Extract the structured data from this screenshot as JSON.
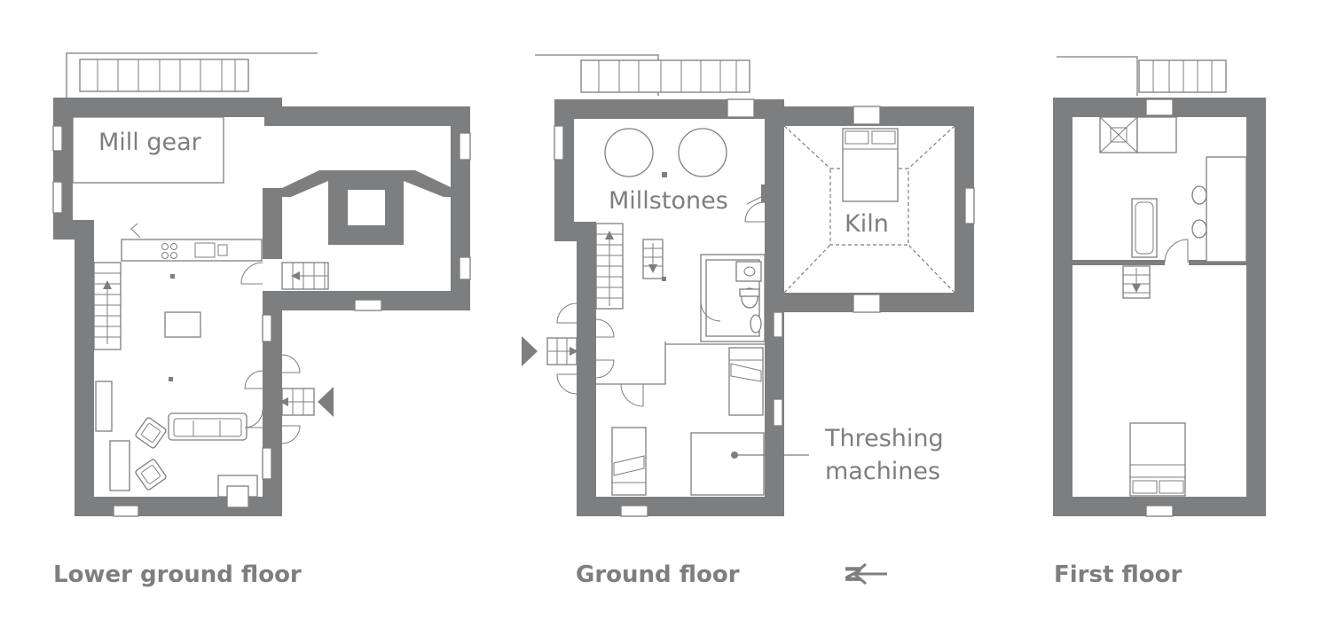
{
  "colors": {
    "wall": "#7d7e80",
    "background": "#ffffff"
  },
  "rooms": {
    "mill_gear": "Mill gear",
    "millstones": "Millstones",
    "kiln": "Kiln",
    "threshing_line1": "Threshing",
    "threshing_line2": "machines"
  },
  "floors": {
    "lower": "Lower ground floor",
    "ground": "Ground floor",
    "first": "First floor"
  },
  "compass": {
    "letter": "N",
    "icon": "arrow-left-icon"
  }
}
